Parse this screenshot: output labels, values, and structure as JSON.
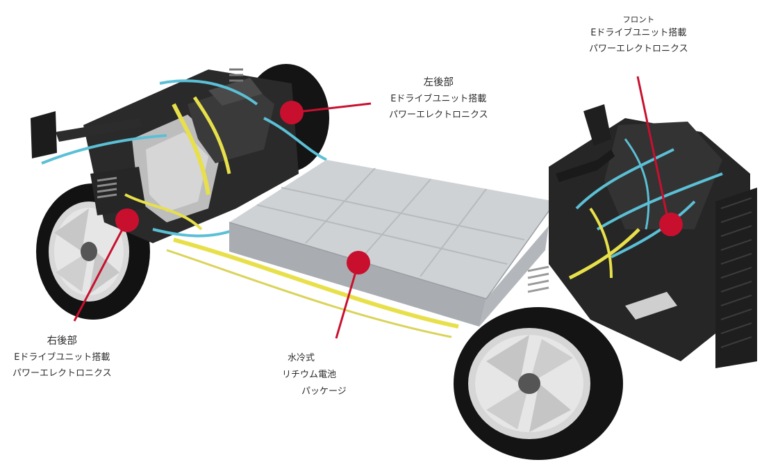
{
  "callouts": {
    "front": {
      "title": "フロント",
      "line1": "Eドライブユニット搭載",
      "line2": "パワーエレクトロニクス"
    },
    "rear_left": {
      "title": "左後部",
      "line1": "Eドライブユニット搭載",
      "line2": "パワーエレクトロニクス"
    },
    "rear_right": {
      "title": "右後部",
      "line1": "Eドライブユニット搭載",
      "line2": "パワーエレクトロニクス"
    },
    "battery": {
      "line1": "水冷式",
      "line2": "リチウム電池",
      "line3": "パッケージ"
    }
  },
  "colors": {
    "marker": "#c8102e",
    "cooling_hose": "#5bc0d6",
    "hv_cable": "#e8e04a",
    "battery": "#c9ccd0",
    "tire": "#161616",
    "wheel": "#d9d9d9"
  }
}
